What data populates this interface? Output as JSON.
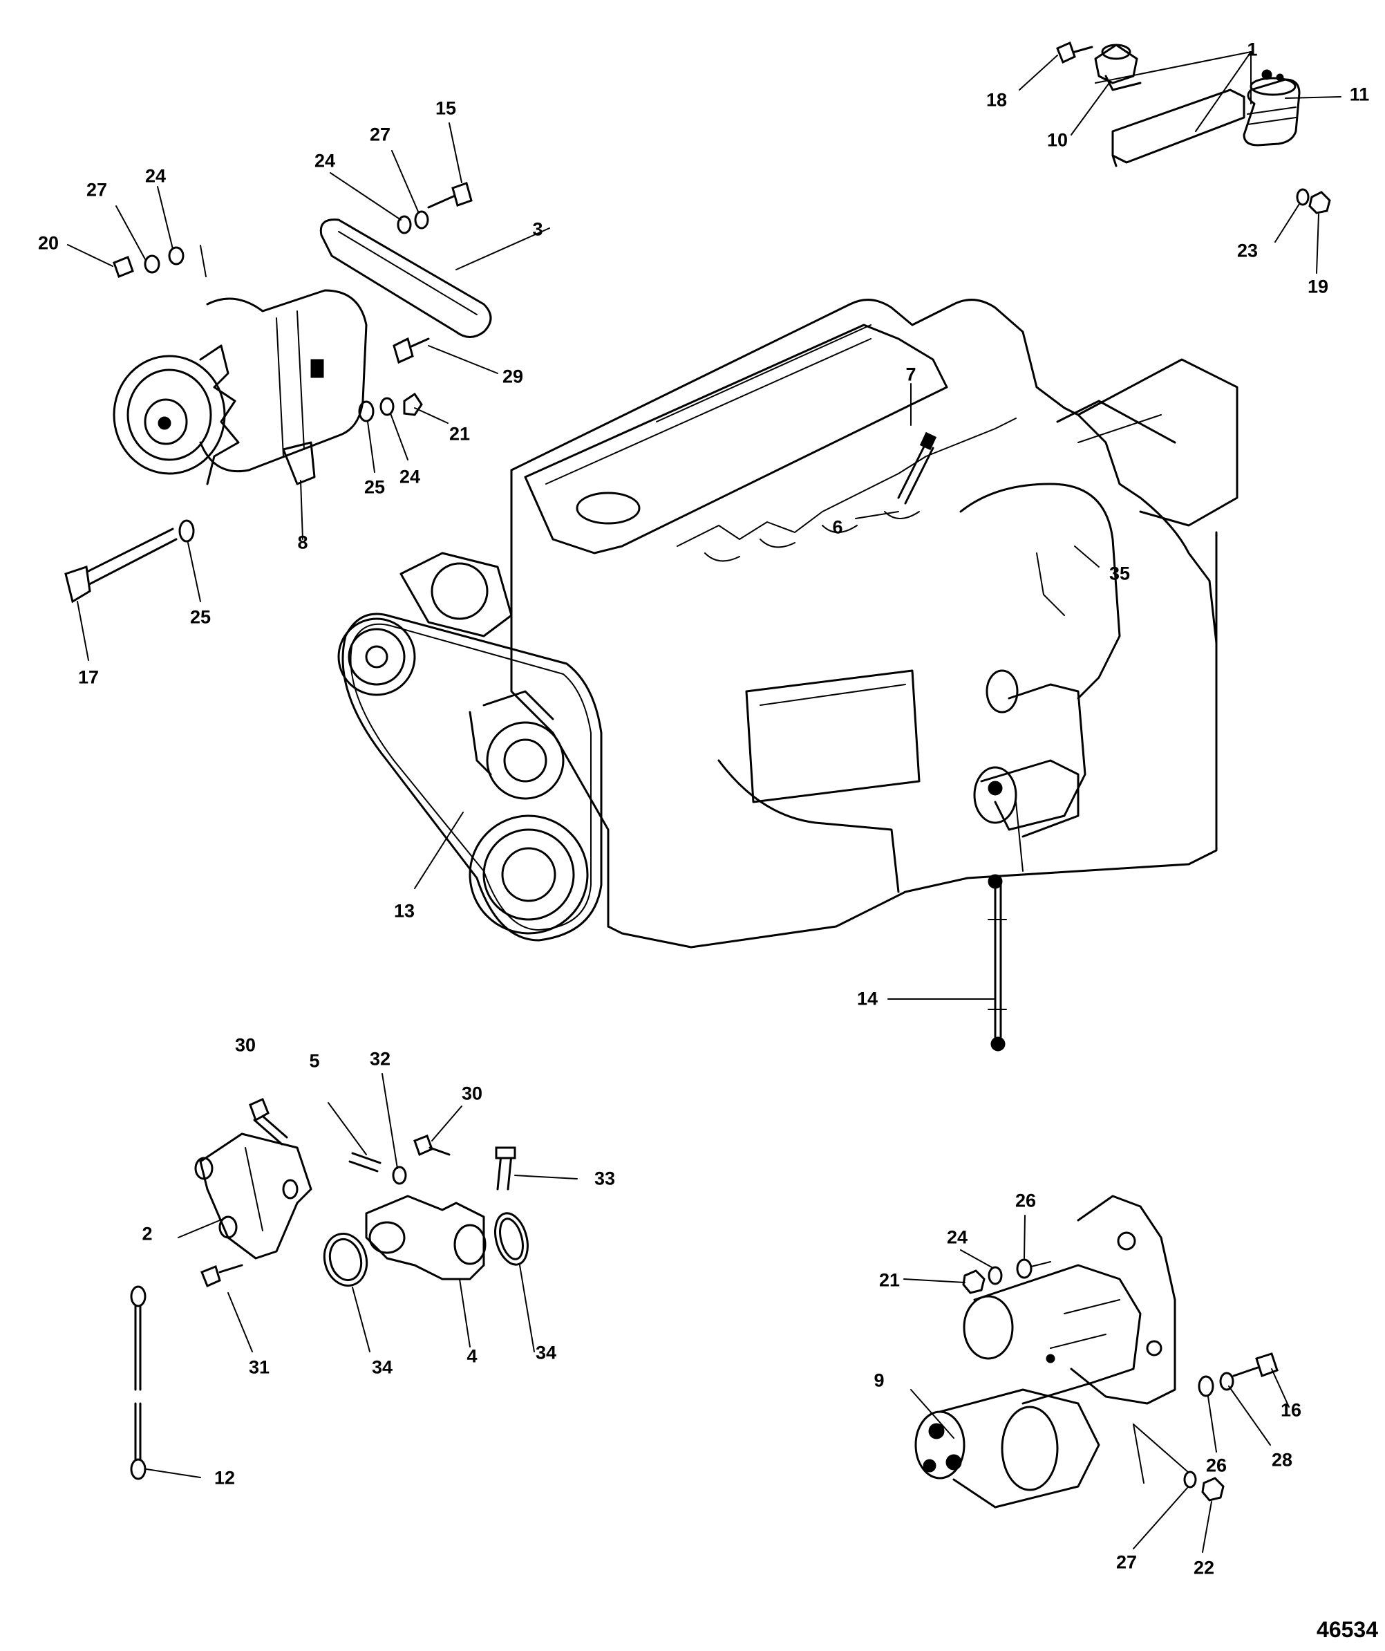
{
  "figure_number": "46534",
  "callouts": [
    {
      "id": "c1",
      "text": "1"
    },
    {
      "id": "c2",
      "text": "2"
    },
    {
      "id": "c3",
      "text": "3"
    },
    {
      "id": "c4",
      "text": "4"
    },
    {
      "id": "c5",
      "text": "5"
    },
    {
      "id": "c6",
      "text": "6"
    },
    {
      "id": "c7",
      "text": "7"
    },
    {
      "id": "c8",
      "text": "8"
    },
    {
      "id": "c9",
      "text": "9"
    },
    {
      "id": "c10",
      "text": "10"
    },
    {
      "id": "c11",
      "text": "11"
    },
    {
      "id": "c12",
      "text": "12"
    },
    {
      "id": "c13",
      "text": "13"
    },
    {
      "id": "c14",
      "text": "14"
    },
    {
      "id": "c15",
      "text": "15"
    },
    {
      "id": "c16",
      "text": "16"
    },
    {
      "id": "c17",
      "text": "17"
    },
    {
      "id": "c18",
      "text": "18"
    },
    {
      "id": "c19",
      "text": "19"
    },
    {
      "id": "c20",
      "text": "20"
    },
    {
      "id": "c21a",
      "text": "21"
    },
    {
      "id": "c21b",
      "text": "21"
    },
    {
      "id": "c22",
      "text": "22"
    },
    {
      "id": "c23",
      "text": "23"
    },
    {
      "id": "c24a",
      "text": "24"
    },
    {
      "id": "c24b",
      "text": "24"
    },
    {
      "id": "c24c",
      "text": "24"
    },
    {
      "id": "c24d",
      "text": "24"
    },
    {
      "id": "c25a",
      "text": "25"
    },
    {
      "id": "c25b",
      "text": "25"
    },
    {
      "id": "c26a",
      "text": "26"
    },
    {
      "id": "c26b",
      "text": "26"
    },
    {
      "id": "c27a",
      "text": "27"
    },
    {
      "id": "c27b",
      "text": "27"
    },
    {
      "id": "c27c",
      "text": "27"
    },
    {
      "id": "c28",
      "text": "28"
    },
    {
      "id": "c29",
      "text": "29"
    },
    {
      "id": "c30a",
      "text": "30"
    },
    {
      "id": "c30b",
      "text": "30"
    },
    {
      "id": "c31",
      "text": "31"
    },
    {
      "id": "c32",
      "text": "32"
    },
    {
      "id": "c33",
      "text": "33"
    },
    {
      "id": "c34a",
      "text": "34"
    },
    {
      "id": "c34b",
      "text": "34"
    },
    {
      "id": "c35",
      "text": "35"
    }
  ]
}
